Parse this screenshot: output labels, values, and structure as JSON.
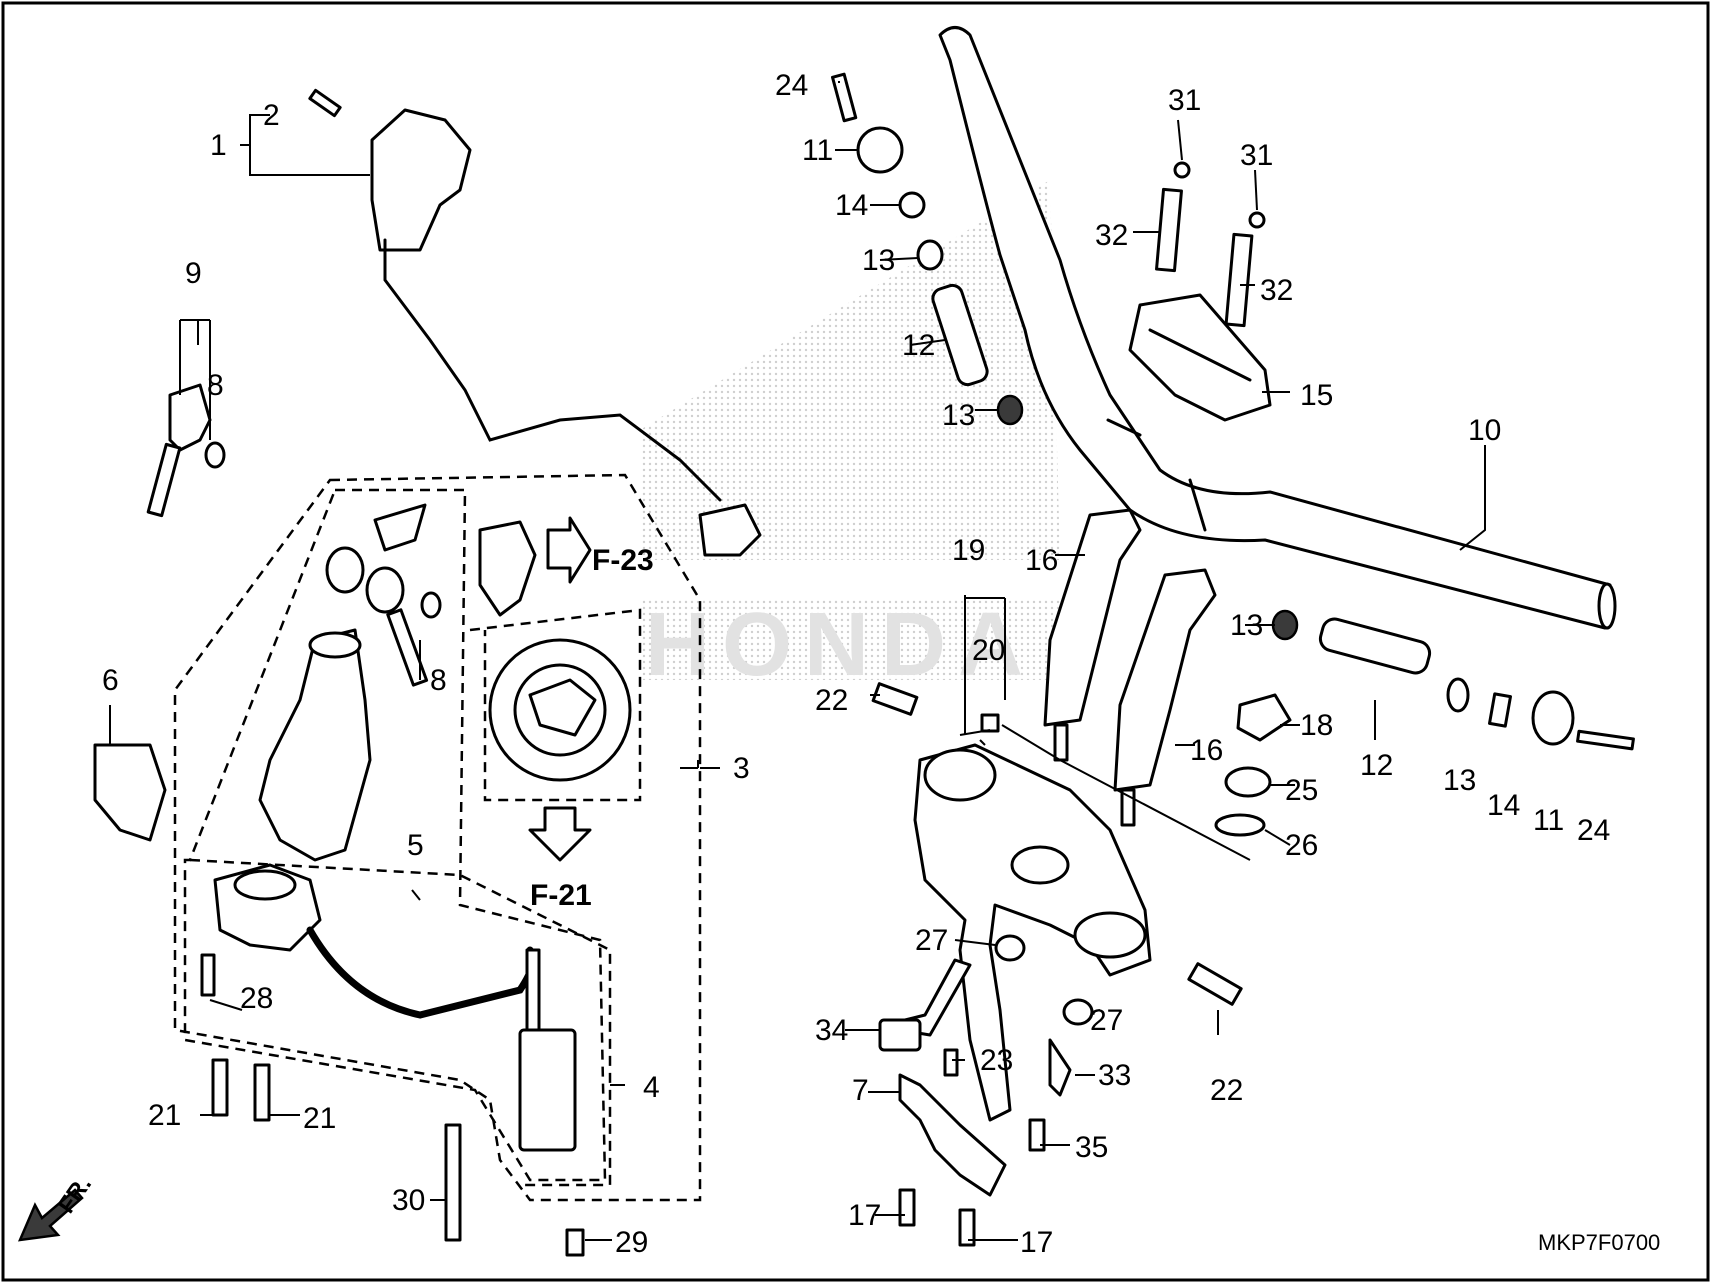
{
  "diagram": {
    "code": "MKP7F0700",
    "front_label": "FR.",
    "refs": {
      "f23": "F-23",
      "f21": "F-21"
    },
    "labels": {
      "p1": "1",
      "p2": "2",
      "p3": "3",
      "p4": "4",
      "p5": "5",
      "p6": "6",
      "p7": "7",
      "p8a": "8",
      "p8b": "8",
      "p9": "9",
      "p10": "10",
      "p11a": "11",
      "p11b": "11",
      "p12a": "12",
      "p12b": "12",
      "p13a": "13",
      "p13b": "13",
      "p13c": "13",
      "p13d": "13",
      "p14a": "14",
      "p14b": "14",
      "p15": "15",
      "p16a": "16",
      "p16b": "16",
      "p17a": "17",
      "p17b": "17",
      "p18": "18",
      "p19": "19",
      "p20": "20",
      "p21a": "21",
      "p21b": "21",
      "p22a": "22",
      "p22b": "22",
      "p23": "23",
      "p24a": "24",
      "p24b": "24",
      "p25": "25",
      "p26": "26",
      "p27a": "27",
      "p27b": "27",
      "p28": "28",
      "p29": "29",
      "p30": "30",
      "p31a": "31",
      "p31b": "31",
      "p32a": "32",
      "p32b": "32",
      "p33": "33",
      "p34": "34",
      "p35": "35"
    }
  }
}
